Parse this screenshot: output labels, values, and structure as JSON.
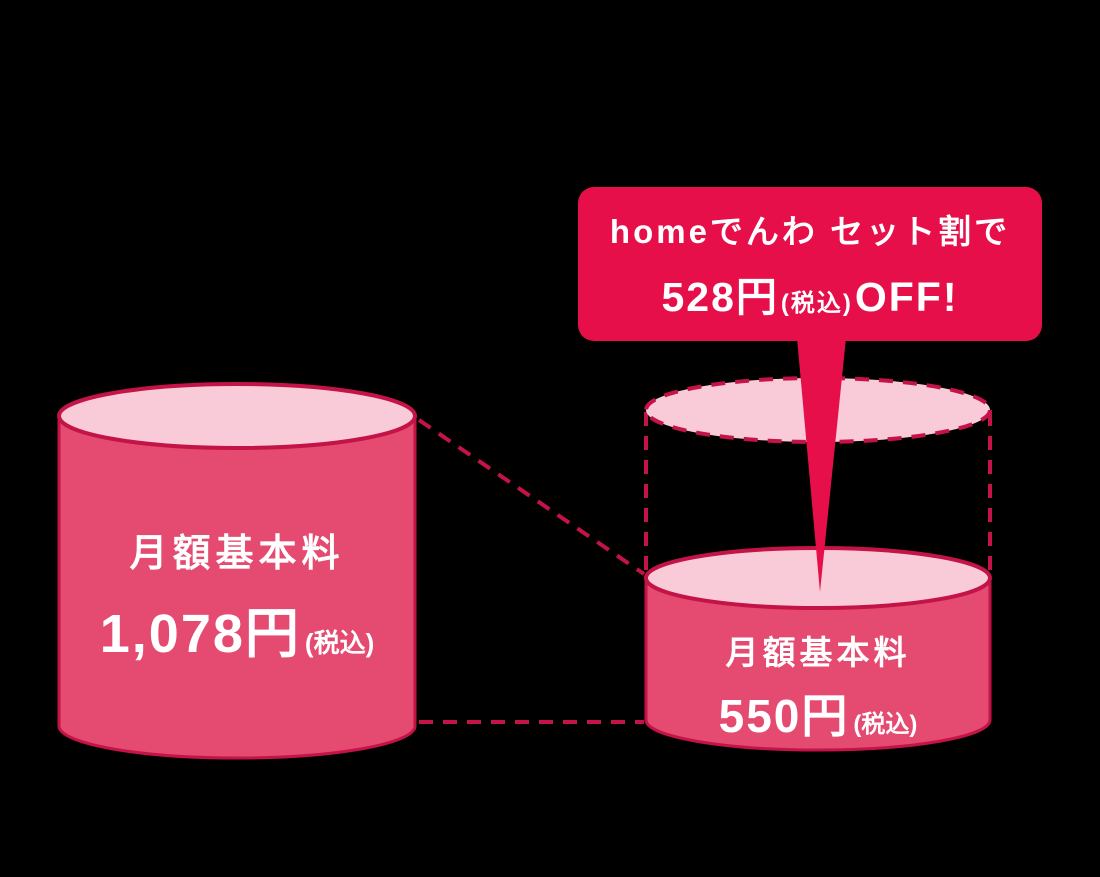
{
  "colors": {
    "background": "#000000",
    "callout_bg": "#e60f49",
    "cylinder_body": "#e54a70",
    "cylinder_top": "#f9cbd8",
    "stroke_red": "#c41347",
    "text": "#ffffff"
  },
  "callout": {
    "line1": "homeでんわ セット割で",
    "amount": "528円",
    "tax_note": "(税込)",
    "suffix": "OFF!"
  },
  "before": {
    "label": "月額基本料",
    "amount": "1,078円",
    "tax_note": "(税込)"
  },
  "after": {
    "label": "月額基本料",
    "amount": "550円",
    "tax_note": "(税込)"
  }
}
